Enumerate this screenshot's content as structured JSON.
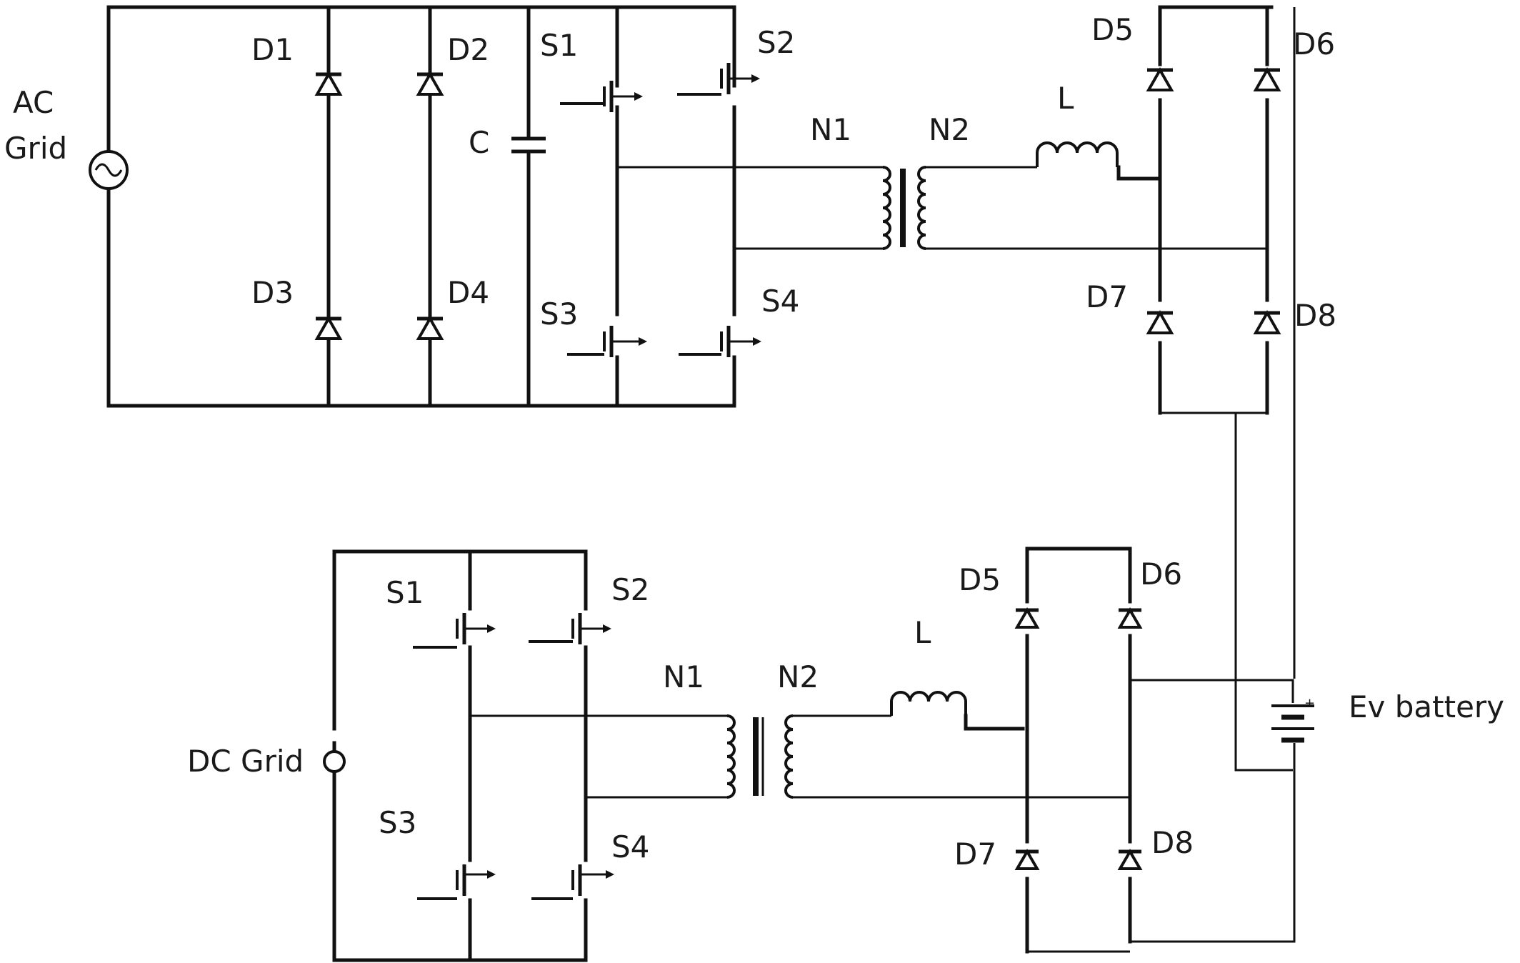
{
  "top": {
    "source_label_line1": "AC",
    "source_label_line2": "Grid",
    "rectifier": {
      "d1": "D1",
      "d2": "D2",
      "d3": "D3",
      "d4": "D4"
    },
    "capacitor": "C",
    "switches": {
      "s1": "S1",
      "s2": "S2",
      "s3": "S3",
      "s4": "S4"
    },
    "transformer": {
      "primary": "N1",
      "secondary": "N2"
    },
    "inductor": "L",
    "output_rectifier": {
      "d5": "D5",
      "d6": "D6",
      "d7": "D7",
      "d8": "D8"
    }
  },
  "bottom": {
    "source_label": "DC Grid",
    "switches": {
      "s1": "S1",
      "s2": "S2",
      "s3": "S3",
      "s4": "S4"
    },
    "transformer": {
      "primary": "N1",
      "secondary": "N2"
    },
    "inductor": "L",
    "output_rectifier": {
      "d5": "D5",
      "d6": "D6",
      "d7": "D7",
      "d8": "D8"
    }
  },
  "battery": {
    "label": "Ev battery",
    "plus": "+"
  }
}
